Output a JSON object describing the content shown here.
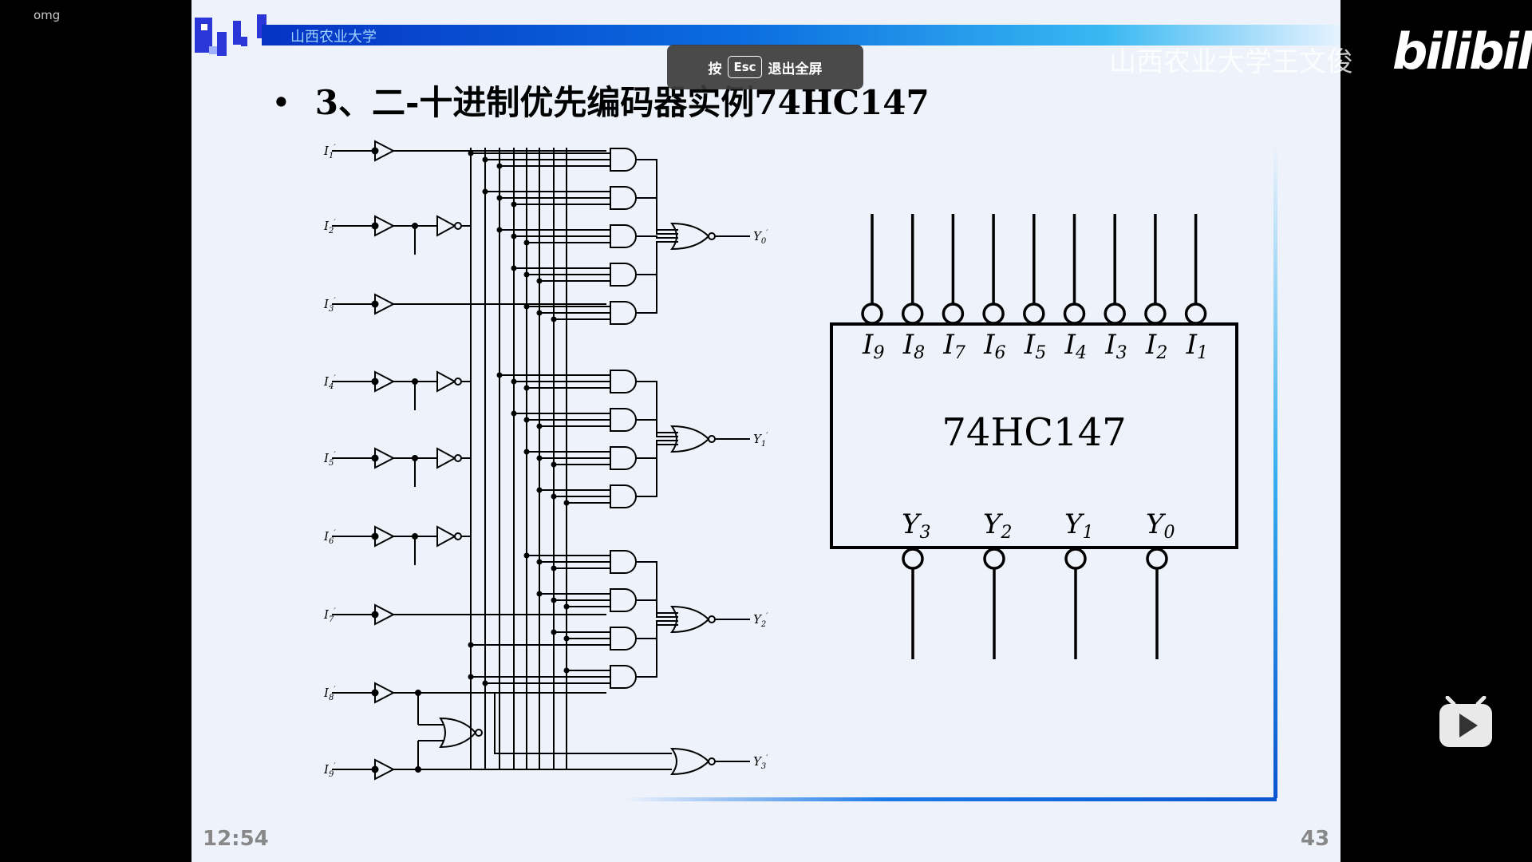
{
  "corner_label": "omg",
  "header": {
    "university_text": "山西农业大学",
    "title_bullet": "•",
    "title": "3、二-十进制优先编码器实例74HC147"
  },
  "toast": {
    "prefix": "按",
    "key": "Esc",
    "suffix": "退出全屏"
  },
  "watermark": {
    "text": "山西农业大学王文俊",
    "brand": "bilibili"
  },
  "chip": {
    "name": "74HC147",
    "inputs": [
      {
        "base": "I",
        "sub": "9"
      },
      {
        "base": "I",
        "sub": "8"
      },
      {
        "base": "I",
        "sub": "7"
      },
      {
        "base": "I",
        "sub": "6"
      },
      {
        "base": "I",
        "sub": "5"
      },
      {
        "base": "I",
        "sub": "4"
      },
      {
        "base": "I",
        "sub": "3"
      },
      {
        "base": "I",
        "sub": "2"
      },
      {
        "base": "I",
        "sub": "1"
      }
    ],
    "outputs": [
      {
        "base": "Y",
        "sub": "3"
      },
      {
        "base": "Y",
        "sub": "2"
      },
      {
        "base": "Y",
        "sub": "1"
      },
      {
        "base": "Y",
        "sub": "0"
      }
    ]
  },
  "circuit": {
    "input_labels": [
      {
        "base": "I",
        "sub": "1",
        "prime": "′"
      },
      {
        "base": "I",
        "sub": "2",
        "prime": "′"
      },
      {
        "base": "I",
        "sub": "3",
        "prime": "′"
      },
      {
        "base": "I",
        "sub": "4",
        "prime": "′"
      },
      {
        "base": "I",
        "sub": "5",
        "prime": "′"
      },
      {
        "base": "I",
        "sub": "6",
        "prime": "′"
      },
      {
        "base": "I",
        "sub": "7",
        "prime": "′"
      },
      {
        "base": "I",
        "sub": "8",
        "prime": "′"
      },
      {
        "base": "I",
        "sub": "9",
        "prime": "′"
      }
    ],
    "output_labels": [
      {
        "base": "Y",
        "sub": "0",
        "prime": "′"
      },
      {
        "base": "Y",
        "sub": "1",
        "prime": "′"
      },
      {
        "base": "Y",
        "sub": "2",
        "prime": "′"
      },
      {
        "base": "Y",
        "sub": "3",
        "prime": "′"
      }
    ]
  },
  "player": {
    "time": "12:54",
    "page": "43"
  },
  "colors": {
    "slide_bg": "#eef3fb",
    "header_bar": "#0b6ee0",
    "accent_line": "#1c79e8"
  }
}
